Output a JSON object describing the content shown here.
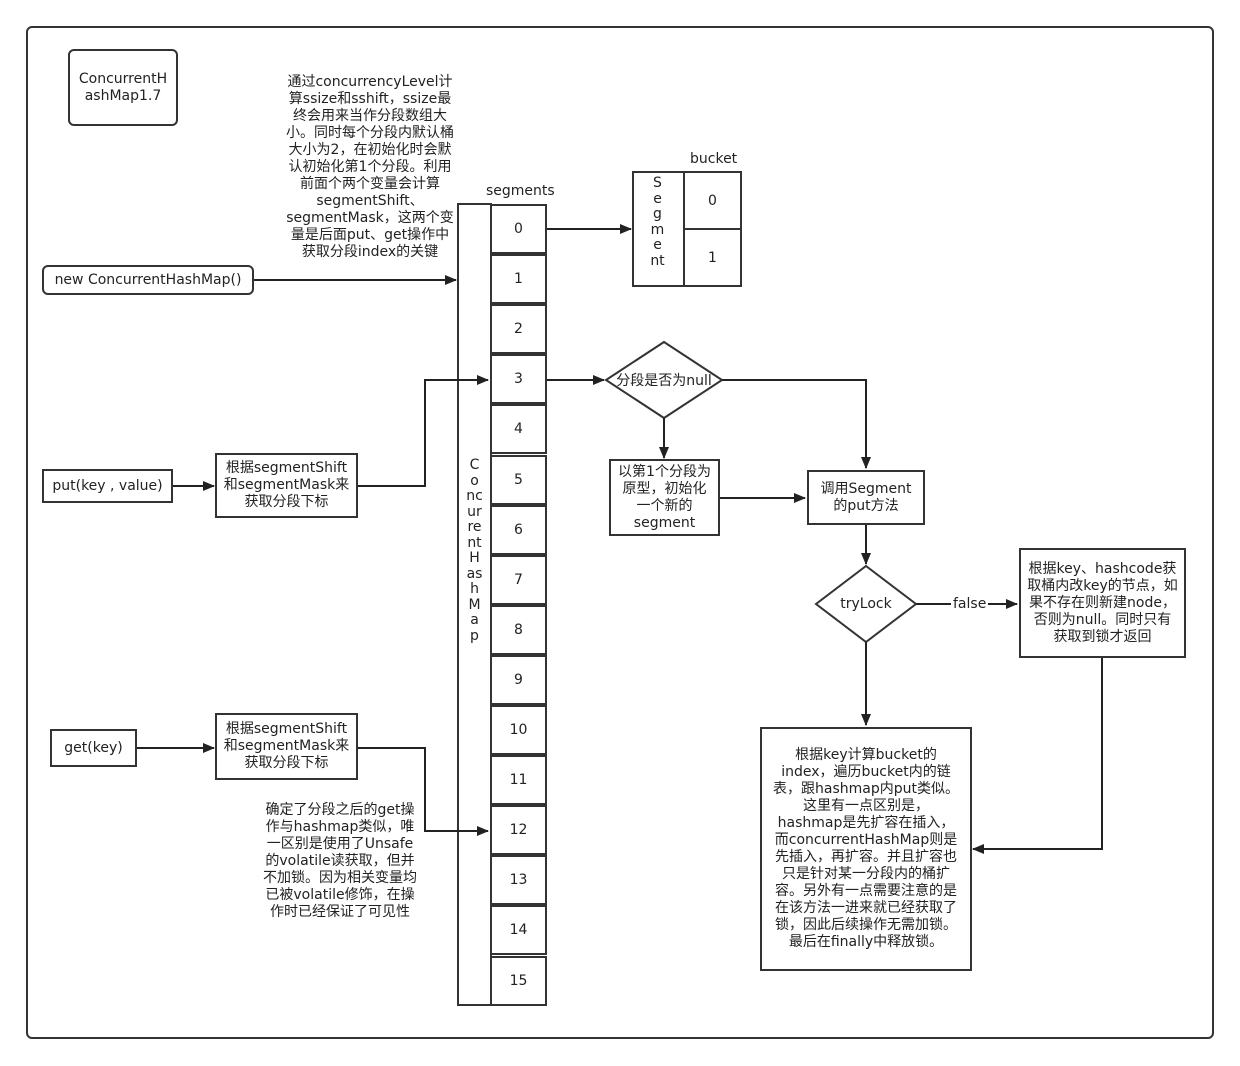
{
  "title": "ConcurrentHashMap1.7",
  "init_note": "通过concurrencyLevel计算ssize和sshift，ssize最终会用来当作分段数组大小。同时每个分段内默认桶大小为2，在初始化时会默认初始化第1个分段。利用前面个两个变量会计算segmentShift、segmentMask，这两个变量是后面put、get操作中获取分段index的关键",
  "new_label": "new ConcurrentHashMap()",
  "put_label": "put(key , value)",
  "get_label": "get(key)",
  "put_index_note": "根据segmentShift和segmentMask来获取分段下标",
  "get_index_note": "根据segmentShift和segmentMask来获取分段下标",
  "get_note": "确定了分段之后的get操作与hashmap类似，唯一区别是使用了Unsafe的volatile读获取，但并不加锁。因为相关变量均已被volatile修饰，在操作时已经保证了可见性",
  "segments_label": "segments",
  "map_vertical": "ConcurrentHashMap",
  "segment_indices": [
    "0",
    "1",
    "2",
    "3",
    "4",
    "5",
    "6",
    "7",
    "8",
    "9",
    "10",
    "11",
    "12",
    "13",
    "14",
    "15"
  ],
  "bucket_label": "bucket",
  "segment_vertical": "Segment",
  "bucket_indices": [
    "0",
    "1"
  ],
  "decision_null": "分段是否为null",
  "init_segment": "以第1个分段为原型，初始化一个新的segment",
  "call_put": "调用Segment的put方法",
  "trylock": "tryLock",
  "false_label": "false",
  "lock_fail_note": "根据key、hashcode获取桶内改key的节点，如果不存在则新建node，否则为null。同时只有获取到锁才返回",
  "bucket_put_note": "根据key计算bucket的index，遍历bucket内的链表，跟hashmap内put类似。这里有一点区别是，hashmap是先扩容在插入，而concurrentHashMap则是先插入，再扩容。并且扩容也只是针对某一分段内的桶扩容。另外有一点需要注意的是在该方法一进来就已经获取了锁，因此后续操作无需加锁。最后在finally中释放锁。"
}
